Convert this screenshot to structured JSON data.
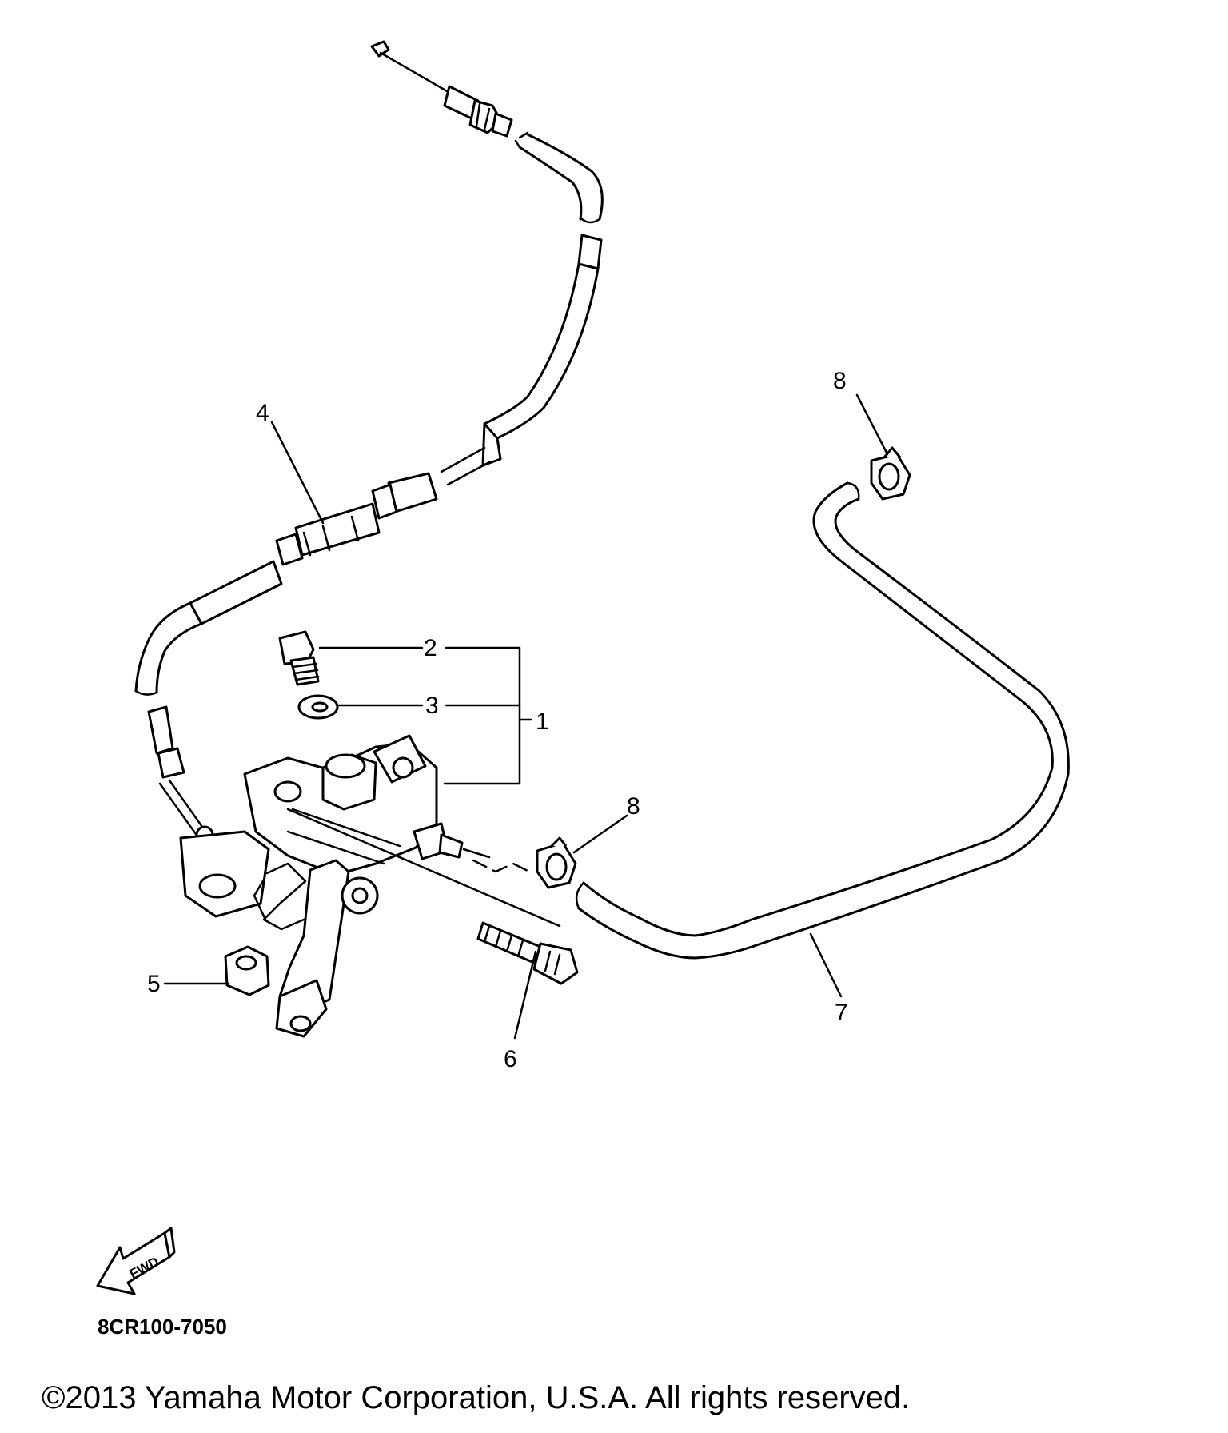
{
  "diagram": {
    "code": "8CR100-7050",
    "fwd_label": "FWD",
    "callouts": [
      {
        "id": "1",
        "label": "1"
      },
      {
        "id": "2",
        "label": "2"
      },
      {
        "id": "3",
        "label": "3"
      },
      {
        "id": "4",
        "label": "4"
      },
      {
        "id": "5",
        "label": "5"
      },
      {
        "id": "6",
        "label": "6"
      },
      {
        "id": "7",
        "label": "7"
      },
      {
        "id": "8a",
        "label": "8"
      },
      {
        "id": "8b",
        "label": "8"
      }
    ]
  },
  "footer": {
    "copyright": "©2013 Yamaha Motor Corporation, U.S.A. All rights reserved."
  }
}
